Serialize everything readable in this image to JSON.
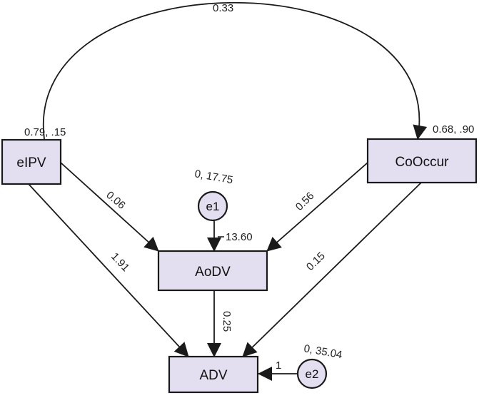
{
  "nodes": {
    "eipv": "eIPV",
    "cooccur": "CoOccur",
    "aodv": "AoDV",
    "adv": "ADV",
    "e1": "e1",
    "e2": "e2"
  },
  "labels": {
    "covariance": "0.33",
    "eipv_stats": "0.79, .15",
    "cooccur_stats": "0.68, .90",
    "e1_stats": "0, 17.75",
    "e2_stats": "0, 35.04",
    "aodv_intercept": "13.60",
    "e2_weight": "1",
    "eipv_to_aodv": "0.06",
    "cooccur_to_aodv": "0.56",
    "eipv_to_adv": "1.91",
    "cooccur_to_adv": "0.15",
    "aodv_to_adv": "0.25"
  },
  "colors": {
    "box_fill": "#e3def0",
    "stroke": "#1a1a1a"
  }
}
